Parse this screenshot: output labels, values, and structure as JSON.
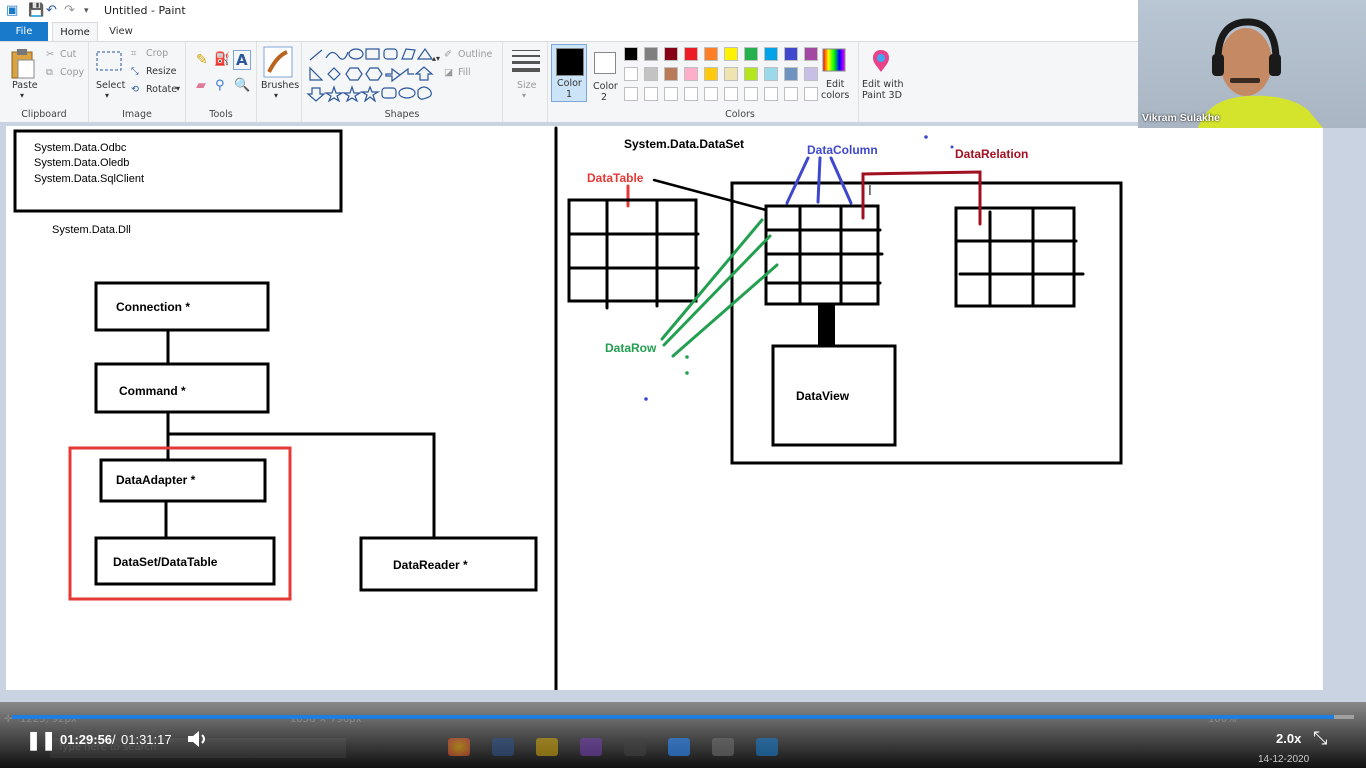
{
  "window": {
    "title": "Untitled - Paint"
  },
  "tabs": [
    {
      "label": "File"
    },
    {
      "label": "Home"
    },
    {
      "label": "View"
    }
  ],
  "ribbon": {
    "clipboard": {
      "label": "Clipboard",
      "paste": "Paste",
      "cut": "Cut",
      "copy": "Copy"
    },
    "image": {
      "label": "Image",
      "select": "Select",
      "crop": "Crop",
      "resize": "Resize",
      "rotate": "Rotate"
    },
    "tools": {
      "label": "Tools"
    },
    "brushes": {
      "label": "Brushes"
    },
    "shapes": {
      "label": "Shapes",
      "outline": "Outline",
      "fill": "Fill"
    },
    "size": {
      "label": "Size"
    },
    "color1": {
      "label_a": "Color",
      "label_b": "1"
    },
    "color2": {
      "label_a": "Color",
      "label_b": "2"
    },
    "colors": {
      "label": "Colors",
      "palette_row1": [
        "#000000",
        "#7f7f7f",
        "#880015",
        "#ed1c24",
        "#ff7f27",
        "#fff200",
        "#22b14c",
        "#00a2e8",
        "#3f48cc",
        "#a349a4"
      ],
      "palette_row2": [
        "#ffffff",
        "#c3c3c3",
        "#b97a57",
        "#ffaec9",
        "#ffc90e",
        "#efe4b0",
        "#b5e61d",
        "#99d9ea",
        "#7092be",
        "#c8bfe7"
      ],
      "edit_a": "Edit",
      "edit_b": "colors"
    },
    "paint3d": {
      "label_a": "Edit with",
      "label_b": "Paint 3D"
    }
  },
  "webcam": {
    "name": "Vikram Sulakhe"
  },
  "diagram": {
    "namespaces": [
      "System.Data.Odbc",
      "System.Data.Oledb",
      "System.Data.SqlClient"
    ],
    "dll": "System.Data.Dll",
    "connection": "Connection *",
    "command": "Command *",
    "dataadapter": "DataAdapter *",
    "dataset_datatable": "DataSet/DataTable",
    "datareader": "DataReader *",
    "dataset_title": "System.Data.DataSet",
    "datatable": "DataTable",
    "datacolumn": "DataColumn",
    "datarelation": "DataRelation",
    "datarow": "DataRow",
    "dataview": "DataView"
  },
  "statusbar": {
    "position": "1223, 92px",
    "size": "1056 × 796px",
    "zoom": "100%"
  },
  "player": {
    "current_time": "01:29:56",
    "separator": "/",
    "total_time": "01:31:17",
    "speed": "2.0x",
    "date": "14-12-2020",
    "progress_percent": 98.5
  },
  "taskbar": {
    "search_placeholder": "Type here to search"
  }
}
